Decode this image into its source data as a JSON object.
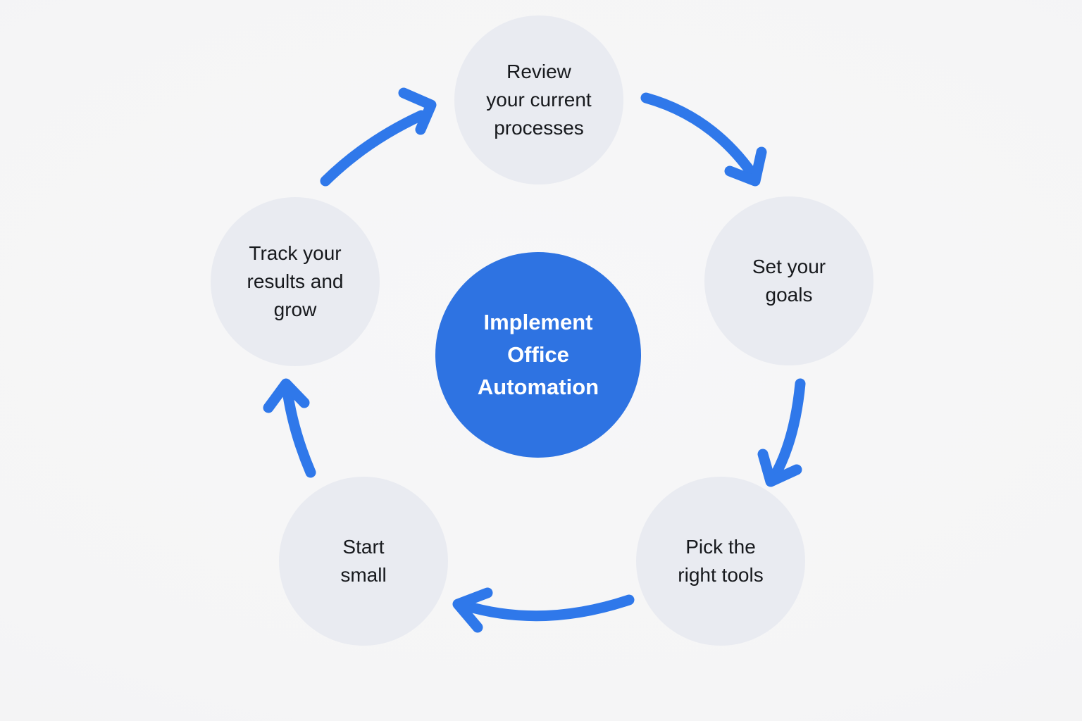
{
  "colors": {
    "accent_blue": "#2e73e2",
    "arrow_blue": "#2f78ea",
    "node_fill": "#e9ebf1",
    "node_text": "#17191d",
    "center_text": "#ffffff",
    "background": "#f5f5f6"
  },
  "center_node": {
    "label": "Implement\nOffice\nAutomation"
  },
  "steps": [
    {
      "id": "review-processes",
      "label": "Review\nyour current\nprocesses"
    },
    {
      "id": "set-goals",
      "label": "Set your\ngoals"
    },
    {
      "id": "pick-tools",
      "label": "Pick the\nright tools"
    },
    {
      "id": "start-small",
      "label": "Start\nsmall"
    },
    {
      "id": "track-results",
      "label": "Track your\nresults and\ngrow"
    }
  ],
  "arrows": [
    {
      "from": "review-processes",
      "to": "set-goals"
    },
    {
      "from": "set-goals",
      "to": "pick-tools"
    },
    {
      "from": "pick-tools",
      "to": "start-small"
    },
    {
      "from": "start-small",
      "to": "track-results"
    },
    {
      "from": "track-results",
      "to": "review-processes"
    }
  ]
}
